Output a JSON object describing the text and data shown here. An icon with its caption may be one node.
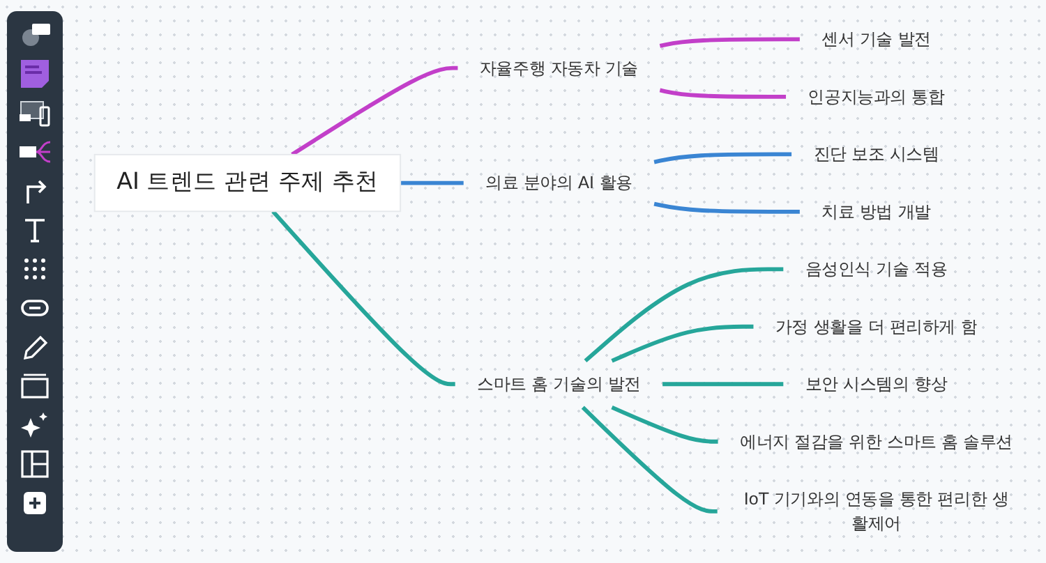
{
  "diagram": {
    "nodes": [
      {
        "text": [
          "AI 트렌드 관련 주제 추천"
        ]
      },
      {
        "text": [
          "자율주행 자동차 기술"
        ]
      },
      {
        "text": [
          "센서 기술 발전"
        ]
      },
      {
        "text": [
          "인공지능과의 통합"
        ]
      },
      {
        "text": [
          "의료 분야의 AI 활용"
        ]
      },
      {
        "text": [
          "진단 보조 시스템"
        ]
      },
      {
        "text": [
          "치료 방법 개발"
        ]
      },
      {
        "text": [
          "스마트 홈 기술의 발전"
        ]
      },
      {
        "text": [
          "음성인식 기술 적용"
        ]
      },
      {
        "text": [
          "가정 생활을 더 편리하게 함"
        ]
      },
      {
        "text": [
          "보안 시스템의 향상"
        ]
      },
      {
        "text": [
          "에너지 절감을 위한 스마트 홈 솔루션"
        ]
      },
      {
        "text": [
          "IoT 기기와의 연동을 통한 편리한 생활제어"
        ]
      }
    ],
    "edges": [
      {
        "from": 0,
        "to": 1,
        "arrow": "none",
        "color": "#c23fc9"
      },
      {
        "from": 1,
        "to": 2,
        "arrow": "none",
        "color": "#c23fc9"
      },
      {
        "from": 1,
        "to": 3,
        "arrow": "none",
        "color": "#c23fc9"
      },
      {
        "from": 0,
        "to": 4,
        "arrow": "none",
        "color": "#3a85d3"
      },
      {
        "from": 4,
        "to": 5,
        "arrow": "none",
        "color": "#3a85d3"
      },
      {
        "from": 4,
        "to": 6,
        "arrow": "none",
        "color": "#3a85d3"
      },
      {
        "from": 0,
        "to": 7,
        "arrow": "none"
      },
      {
        "from": 7,
        "to": 8,
        "arrow": "none"
      },
      {
        "from": 7,
        "to": 9,
        "arrow": "none"
      },
      {
        "from": 7,
        "to": 10,
        "arrow": "none"
      },
      {
        "from": 7,
        "to": 11,
        "arrow": "none"
      },
      {
        "from": 7,
        "to": 12,
        "arrow": "none"
      }
    ]
  }
}
